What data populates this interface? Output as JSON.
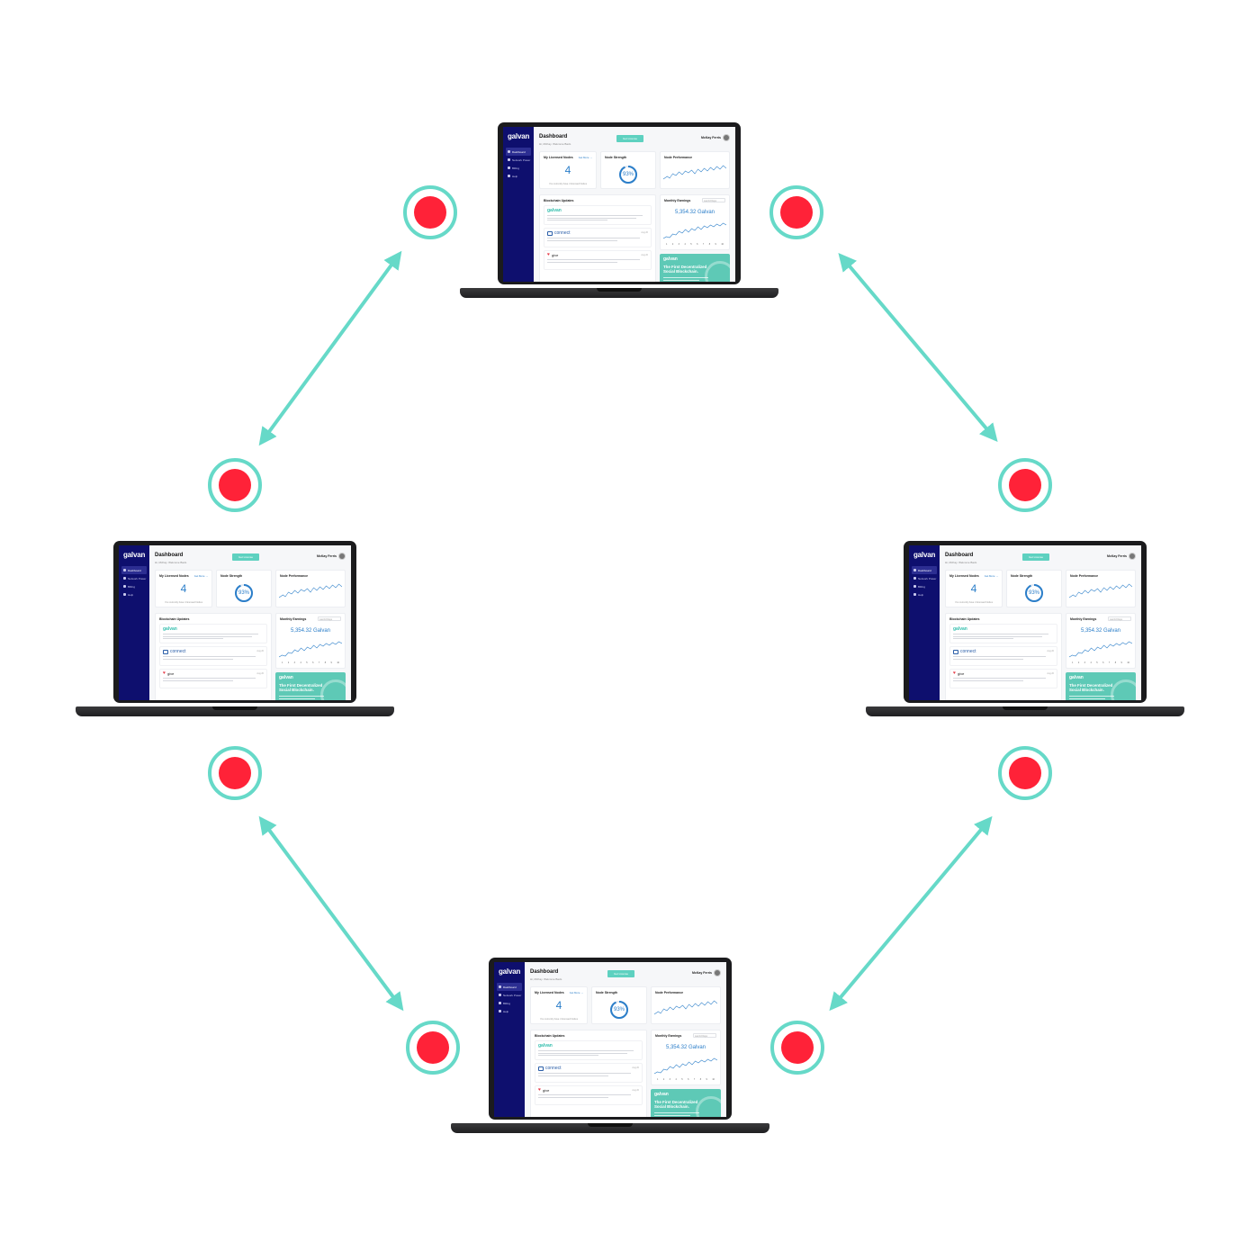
{
  "colors": {
    "accent_teal": "#66d9c8",
    "node_red": "#ff2238",
    "sidebar_navy": "#0e0f6e",
    "chart_blue": "#2b7ec9"
  },
  "dashboard": {
    "brand": "galvan",
    "page_title": "Dashboard",
    "page_subtitle": "Hi, McKay. Welcome Back.",
    "cta_label": "Get License",
    "user_name": "McKay Ferris",
    "nav_items": [
      "Dashboard",
      "Network Power",
      "Billing",
      "Help"
    ],
    "licensed_nodes": {
      "title": "My Licensed Nodes",
      "value": "4",
      "link": "Get More →",
      "note": "You currently have 4 licensed Nodes"
    },
    "node_strength": {
      "title": "Node Strength",
      "value": "93%",
      "percent": 93
    },
    "node_performance": {
      "title": "Node Performance"
    },
    "blockchain_updates": {
      "title": "Blockchain Updates",
      "items": [
        {
          "logo": "galvan",
          "date": ""
        },
        {
          "logo": "connect",
          "date": "Aug 20"
        },
        {
          "logo": "give",
          "date": "Aug 20"
        }
      ]
    },
    "monthly_earnings": {
      "title": "Monthly Earnings",
      "range": "Last 10 Days",
      "value": "5,354.32 Galvan",
      "axis_days": [
        "1",
        "2",
        "3",
        "4",
        "5",
        "6",
        "7",
        "8",
        "9",
        "10"
      ]
    },
    "promo": {
      "brand": "galvan",
      "title": "The First Decentralized Social Blockchain."
    }
  },
  "laptops": [
    {
      "id": "top"
    },
    {
      "id": "left"
    },
    {
      "id": "right"
    },
    {
      "id": "bottom"
    }
  ],
  "nodes": [
    {
      "id": "top-left"
    },
    {
      "id": "top-right"
    },
    {
      "id": "mid-left-upper"
    },
    {
      "id": "mid-right-upper"
    },
    {
      "id": "mid-left-lower"
    },
    {
      "id": "mid-right-lower"
    },
    {
      "id": "bottom-left"
    },
    {
      "id": "bottom-right"
    }
  ]
}
